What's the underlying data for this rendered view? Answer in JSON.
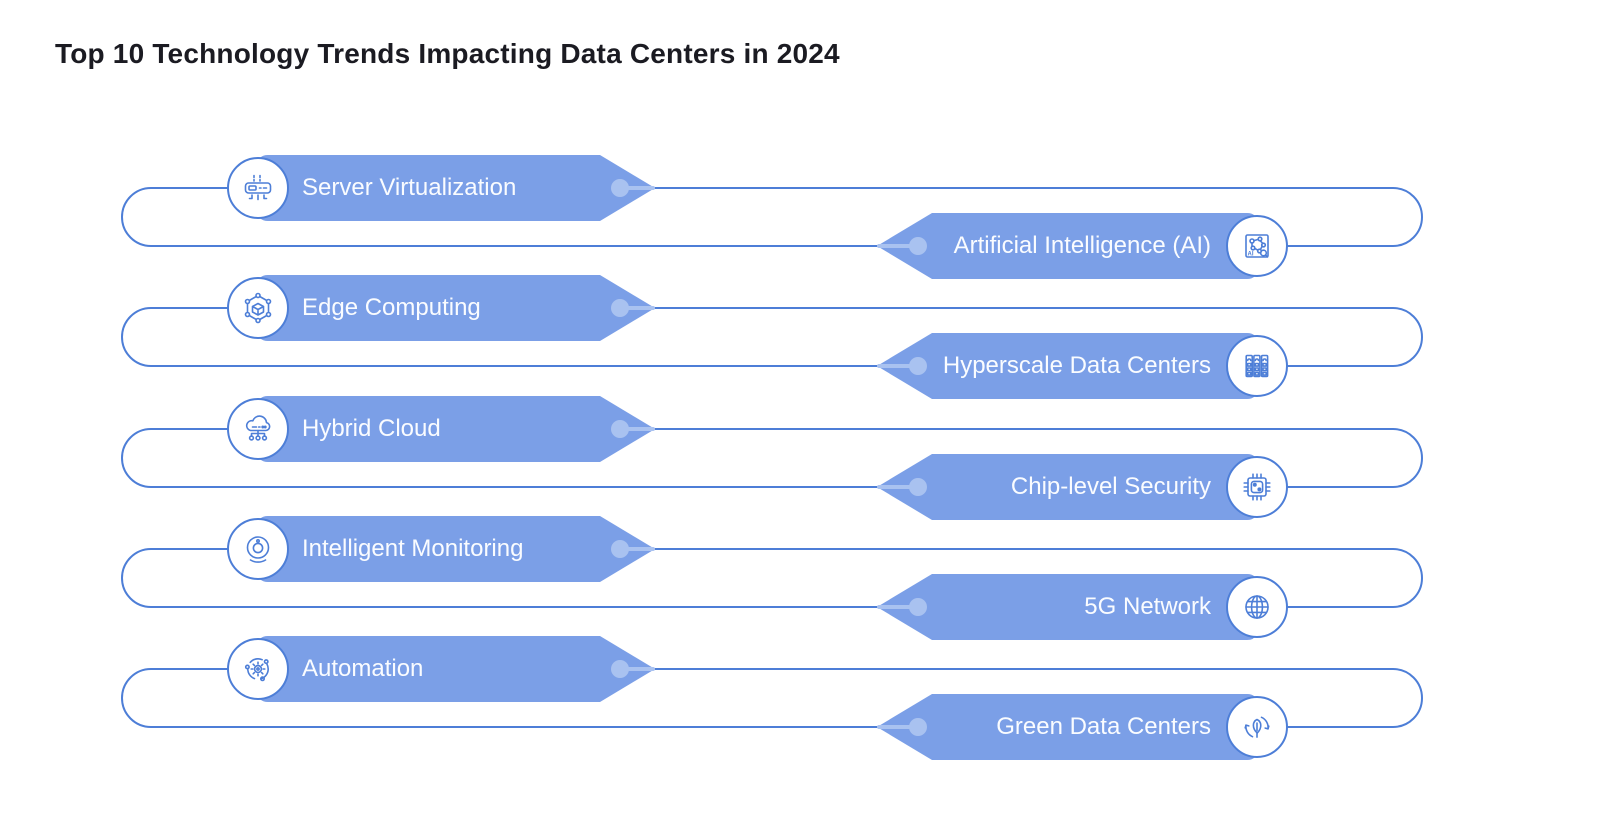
{
  "title": "Top 10 Technology Trends Impacting Data Centers in 2024",
  "colors": {
    "banner_fill": "#7b9fe7",
    "connector_line": "#4d7ed7",
    "tip_dot": "#a9c2f0",
    "banner_text": "#fafcff",
    "title_text": "#1b1b22",
    "background": "#ffffff"
  },
  "icon_labels": {
    "ai": "AI"
  },
  "items": [
    {
      "label": "Server Virtualization",
      "side": "left",
      "icon": "server-virtualization-icon"
    },
    {
      "label": "Artificial Intelligence (AI)",
      "side": "right",
      "icon": "ai-circuit-icon"
    },
    {
      "label": "Edge Computing",
      "side": "left",
      "icon": "edge-cube-network-icon"
    },
    {
      "label": "Hyperscale Data Centers",
      "side": "right",
      "icon": "server-racks-icon"
    },
    {
      "label": "Hybrid Cloud",
      "side": "left",
      "icon": "cloud-network-icon"
    },
    {
      "label": "Chip-level Security",
      "side": "right",
      "icon": "secure-chip-icon"
    },
    {
      "label": "Intelligent Monitoring",
      "side": "left",
      "icon": "webcam-monitor-icon"
    },
    {
      "label": "5G Network",
      "side": "right",
      "icon": "globe-network-icon"
    },
    {
      "label": "Automation",
      "side": "left",
      "icon": "gear-orbit-icon"
    },
    {
      "label": "Green Data Centers",
      "side": "right",
      "icon": "leaf-recycle-icon"
    }
  ]
}
